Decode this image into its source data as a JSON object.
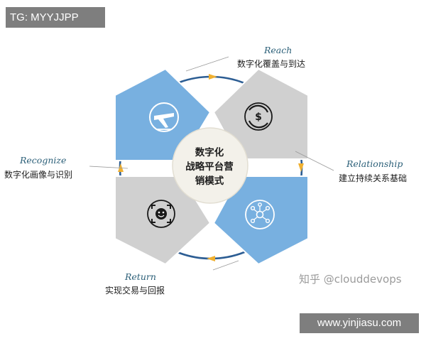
{
  "overlay": {
    "tg_label": "TG: MYYJJPP",
    "site_label": "www.yinjiasu.com",
    "watermark": "知乎 @clouddevops"
  },
  "center": {
    "lines": [
      "数字化",
      "战略平台营",
      "销模式"
    ]
  },
  "quadrants": [
    {
      "en": "Reach",
      "zh": "数字化覆盖与到达",
      "icon": "airplane-icon",
      "fill": "#78b0e0"
    },
    {
      "en": "Relationship",
      "zh": "建立持续关系基础",
      "icon": "dollar-cycle-icon",
      "fill": "#d0d0d0"
    },
    {
      "en": "Return",
      "zh": "实现交易与回报",
      "icon": "network-icon",
      "fill": "#78b0e0"
    },
    {
      "en": "Recognize",
      "zh": "数字化画像与识别",
      "icon": "face-scan-icon",
      "fill": "#d0d0d0"
    }
  ],
  "colors": {
    "ring": "#2c5d93",
    "arrow": "#f0b030",
    "center_fill": "#f3f1ea"
  }
}
